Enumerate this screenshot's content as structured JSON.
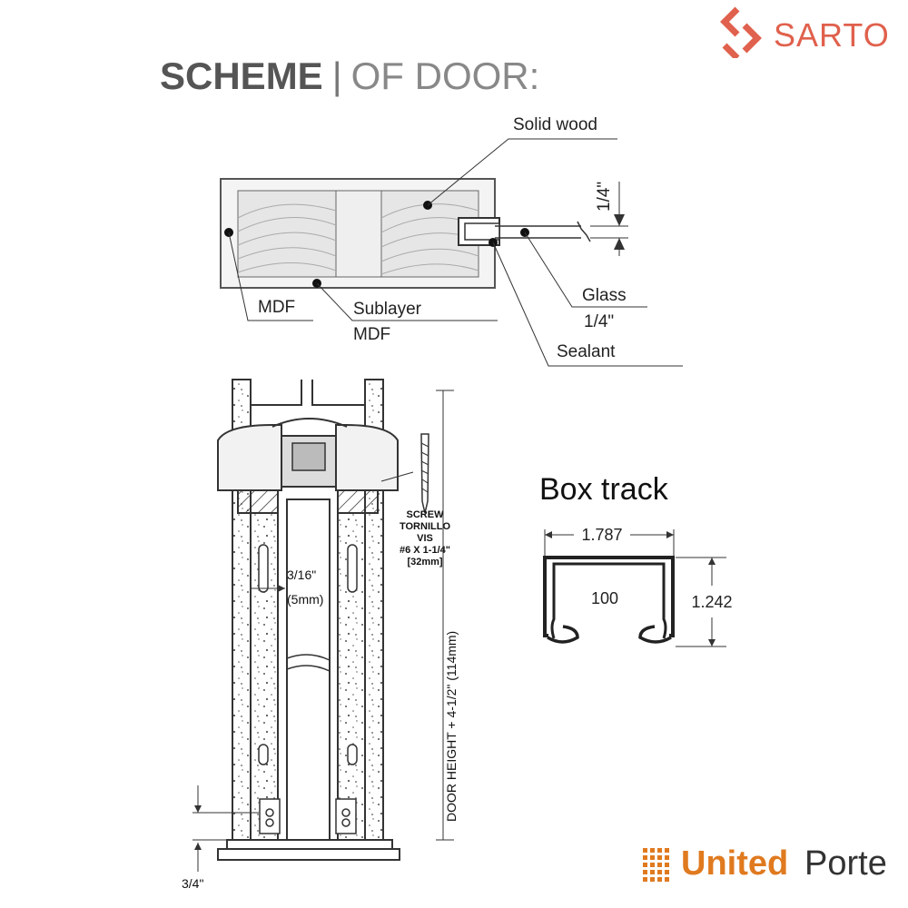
{
  "brand": {
    "name": "SARTO",
    "color": "#e0614d",
    "icon": "sarto-logo-icon"
  },
  "title": {
    "bold": "SCHEME",
    "light": "OF DOOR:"
  },
  "cross_section": {
    "labels": {
      "solid_wood": "Solid wood",
      "mdf": "MDF",
      "sublayer": "Sublayer",
      "sublayer_mdf": "MDF",
      "glass": "Glass",
      "glass_thickness": "1/4\"",
      "sealant": "Sealant",
      "dim_quarter": "1/4\""
    }
  },
  "installation": {
    "screw_lines": [
      "SCREW",
      "TORNILLO",
      "VIS",
      "#6 X 1-1/4\"",
      "[32mm]"
    ],
    "gap": "3/16\"",
    "gap_mm": "(5mm)",
    "height_formula": "DOOR HEIGHT + 4-1/2\" (114mm)",
    "bottom_dim": "3/4\""
  },
  "box_track": {
    "title": "Box track",
    "width": "1.787",
    "height": "1.242",
    "model": "100"
  },
  "footer": {
    "word1": "United",
    "word2": "Porte",
    "accent": "#e07a1f",
    "icon": "united-porte-grid-icon"
  }
}
